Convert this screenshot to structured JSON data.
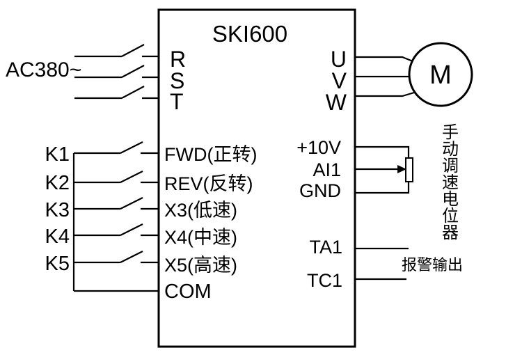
{
  "diagram": {
    "title": "SKI600",
    "colors": {
      "line": "#000000",
      "background": "#ffffff"
    },
    "power_input": {
      "source_label": "AC380~",
      "terminals": [
        "R",
        "S",
        "T"
      ]
    },
    "control_inputs": {
      "switch_labels": [
        "K1",
        "K2",
        "K3",
        "K4",
        "K5"
      ],
      "terminal_labels": [
        "FWD(正转)",
        "REV(反转)",
        "X3(低速)",
        "X4(中速)",
        "X5(高速)"
      ],
      "common_label": "COM"
    },
    "motor_output": {
      "terminals": [
        "U",
        "V",
        "W"
      ],
      "motor_label": "M"
    },
    "analog_input": {
      "terminals": [
        "+10V",
        "AI1",
        "GND"
      ],
      "potentiometer_label": "手动调速电位器"
    },
    "alarm_relay": {
      "terminals": [
        "TA1",
        "TC1"
      ],
      "caption": "报警输出"
    }
  }
}
